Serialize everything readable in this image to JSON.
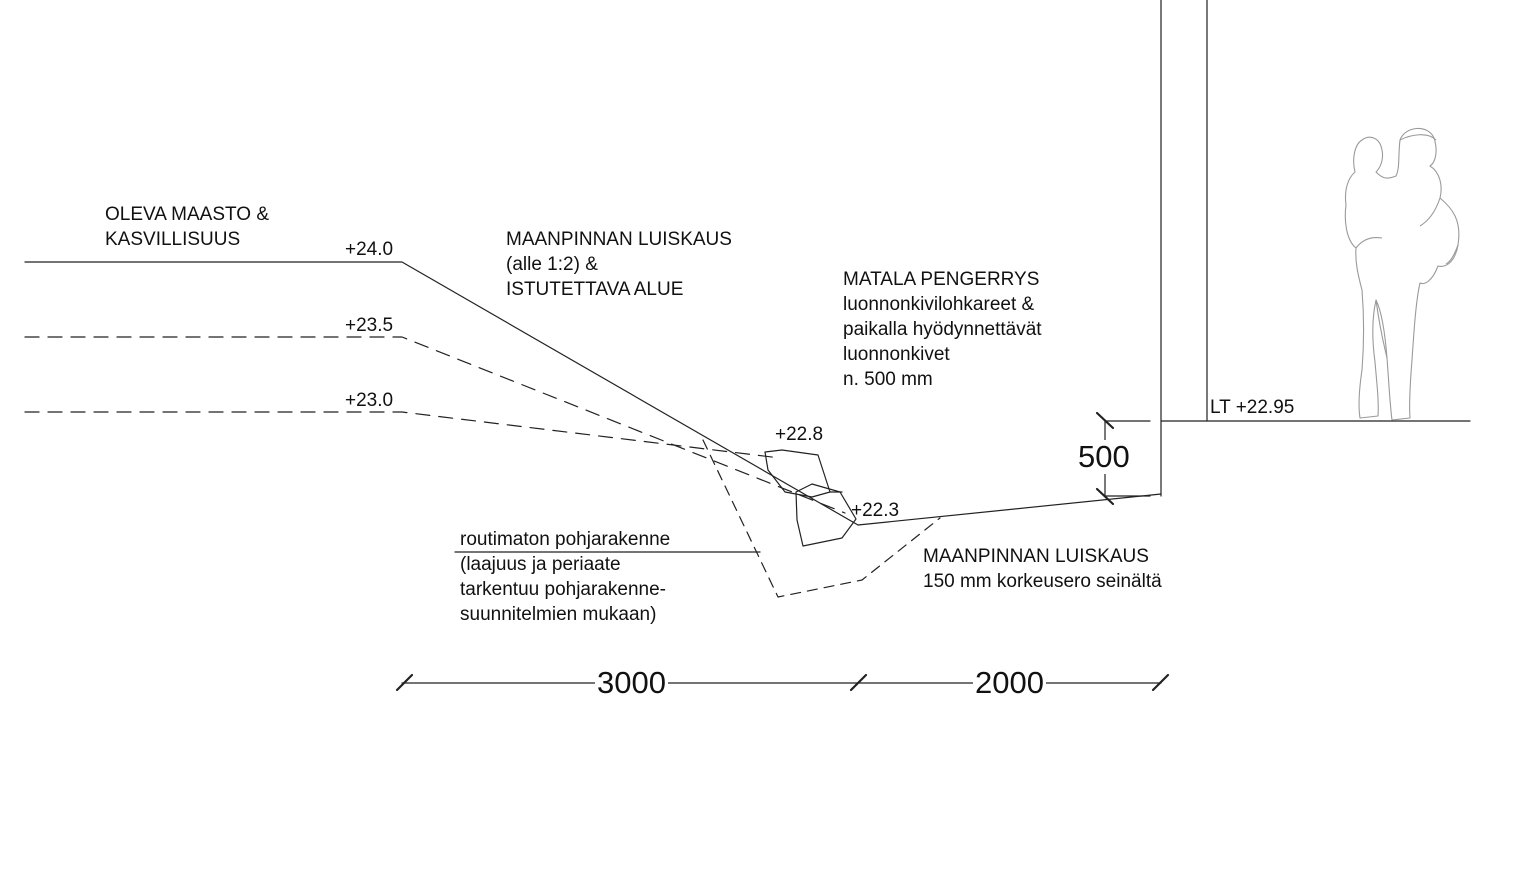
{
  "labels": {
    "existing_terrain": [
      "OLEVA MAASTO &",
      "KASVILLISUUS"
    ],
    "slope_planting": [
      "MAANPINNAN LUISKAUS",
      "(alle 1:2) &",
      "ISTUTETTAVA ALUE"
    ],
    "low_terrace": [
      "MATALA PENGERRYS",
      "luonnonkivilohkareet &",
      "paikalla hyödynnettävät",
      "luonnonkivet",
      "n. 500 mm"
    ],
    "subbase": [
      "routimaton pohjarakenne",
      "(laajuus ja periaate",
      "tarkentuu pohjarakenne-",
      "suunnitelmien mukaan)"
    ],
    "ground_slope": [
      "MAANPINNAN LUISKAUS",
      "150 mm korkeusero seinältä"
    ]
  },
  "levels": {
    "l240": "+24.0",
    "l235": "+23.5",
    "l230": "+23.0",
    "l228": "+22.8",
    "l223": "+22.3",
    "lt": "LT +22.95"
  },
  "dimensions": {
    "d3000": "3000",
    "d2000": "2000",
    "d500": "500"
  },
  "colors": {
    "line": "#222222",
    "figure_outline": "#9a9a9a",
    "background": "#ffffff"
  }
}
